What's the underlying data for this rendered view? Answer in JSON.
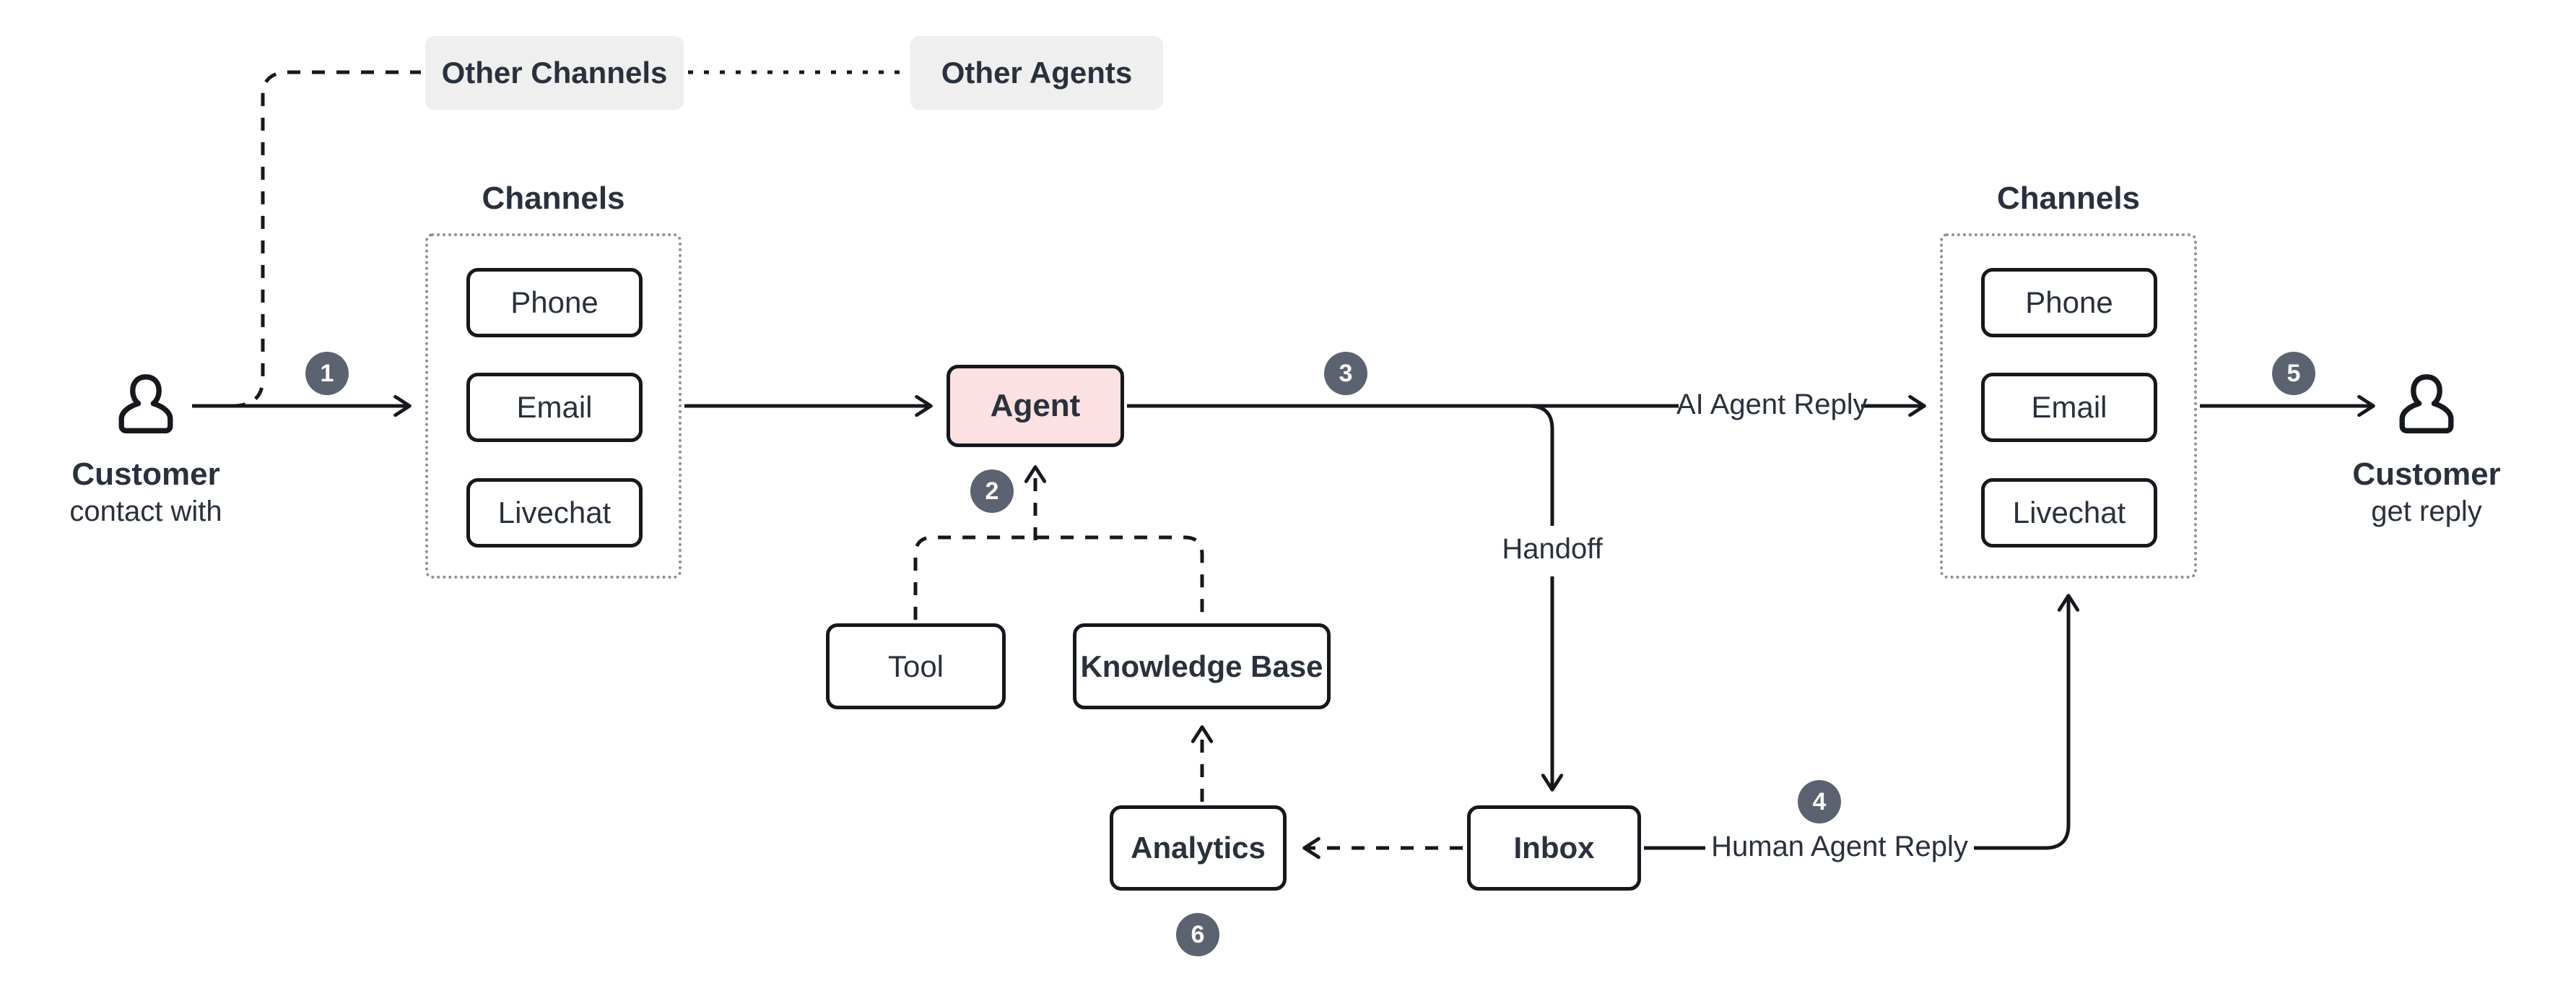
{
  "top_row": {
    "other_channels": "Other Channels",
    "other_agents": "Other Agents"
  },
  "left_customer": {
    "title": "Customer",
    "subtitle": "contact with"
  },
  "right_customer": {
    "title": "Customer",
    "subtitle": "get reply"
  },
  "channels_left": {
    "title": "Channels",
    "items": [
      "Phone",
      "Email",
      "Livechat"
    ]
  },
  "channels_right": {
    "title": "Channels",
    "items": [
      "Phone",
      "Email",
      "Livechat"
    ]
  },
  "nodes": {
    "agent": "Agent",
    "tool": "Tool",
    "knowledge_base": "Knowledge Base",
    "inbox": "Inbox",
    "analytics": "Analytics"
  },
  "edge_labels": {
    "ai_agent_reply": "AI Agent Reply",
    "handoff": "Handoff",
    "human_agent_reply": "Human Agent Reply"
  },
  "step_badges": [
    "1",
    "2",
    "3",
    "4",
    "5",
    "6"
  ],
  "colors": {
    "line": "#15181d",
    "text": "#2a313d",
    "agent_fill": "#fbe1e1",
    "badge_bg": "#5c6370",
    "badge_text": "#ffffff",
    "gray_pill_bg": "#efefef",
    "muted_border": "#8a8f99"
  }
}
